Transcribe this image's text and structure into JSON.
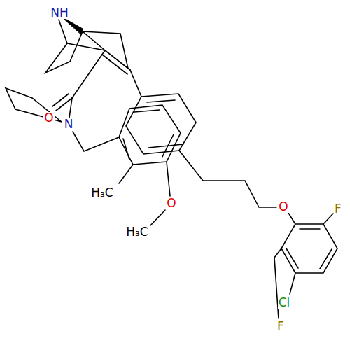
{
  "diagram": {
    "labels": [
      "NH",
      "O",
      "N",
      "H₃C",
      "O",
      "H₃C",
      "O",
      "F",
      "Cl",
      "F"
    ]
  }
}
